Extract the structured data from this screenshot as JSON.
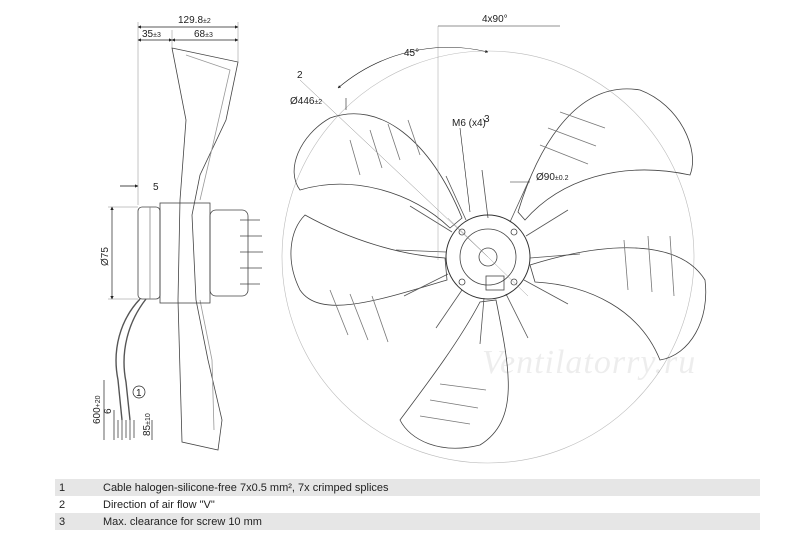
{
  "dimensions": {
    "overall_width": "129.8",
    "overall_width_tol": "±2",
    "part_a": "35",
    "part_a_tol": "±3",
    "part_b": "68",
    "part_b_tol": "±3",
    "flange": "5",
    "motor_dia": "Ø75",
    "cable_length": "600",
    "cable_length_tol": "+20",
    "cable_six": "6",
    "strip_length": "85",
    "strip_length_tol": "±10",
    "callout_1": "1",
    "pattern": "4x90°",
    "angle": "45°",
    "fan_dia": "Ø446",
    "fan_dia_tol": "±2",
    "callout_2": "2",
    "screw": "M6 (x4)",
    "callout_3": "3",
    "hub_dia": "Ø90",
    "hub_dia_tol": "±0.2"
  },
  "watermark": "Ventilatorry.ru",
  "notes": [
    {
      "num": "1",
      "text": "Cable halogen-silicone-free 7x0.5 mm², 7x crimped splices"
    },
    {
      "num": "2",
      "text": "Direction of air flow \"V\""
    },
    {
      "num": "3",
      "text": "Max. clearance for screw 10 mm"
    }
  ]
}
